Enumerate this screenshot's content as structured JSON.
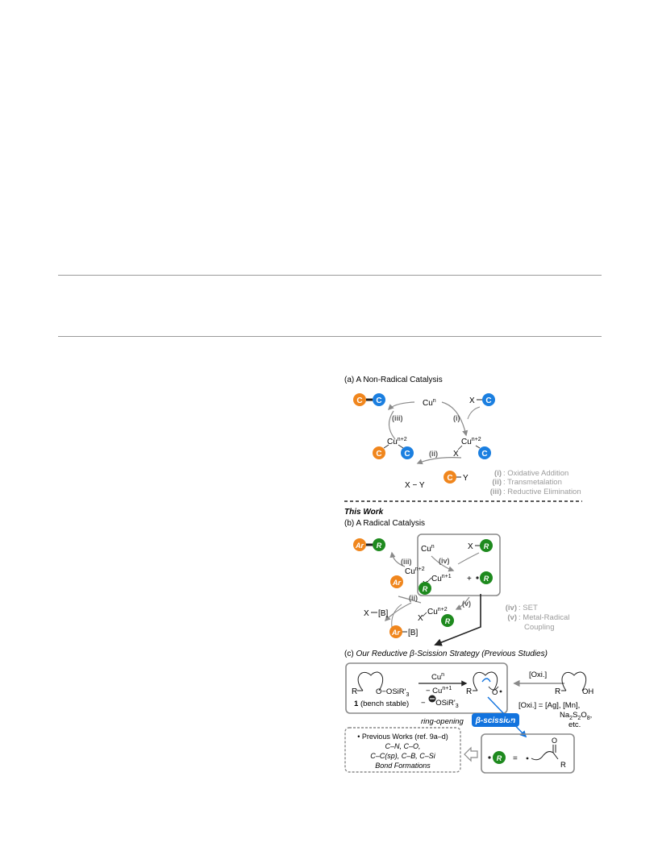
{
  "colors": {
    "orange": "#f0861d",
    "blue": "#1b7fe0",
    "green": "#1e8a1e",
    "gray": "#8a8a8a",
    "label_gray": "#9b9b9b",
    "badge_blue": "#1273de"
  },
  "panel_a": {
    "title": "(a) A Non-Radical Catalysis",
    "atom_c": "C",
    "cu_n": "Cu",
    "sup_n": "n",
    "sup_n2": "n+2",
    "x": "X",
    "y": "Y",
    "xy": "X − Y",
    "step_i": "(i)",
    "step_ii": "(ii)",
    "step_iii": "(iii)",
    "legend": [
      {
        "step": "(i)",
        "text": ": Oxidative Addition"
      },
      {
        "step": "(ii)",
        "text": ": Transmetalation"
      },
      {
        "step": "(iii)",
        "text": ": Reductive Elimination"
      }
    ]
  },
  "panel_b": {
    "this_work": "This Work",
    "title": "(b) A Radical Catalysis",
    "atom_ar": "Ar",
    "atom_r": "R",
    "boron": "[B]",
    "x_boron": "X",
    "cu": "Cu",
    "sup_n": "n",
    "sup_n1": "n+1",
    "sup_n2": "n+2",
    "x": "X",
    "plus": "+",
    "step_ii": "(ii)",
    "step_iii": "(iii)",
    "step_iv": "(iv)",
    "step_v": "(v)",
    "legend_iv_step": "(iv)",
    "legend_iv_text": ": SET",
    "legend_v_step": "(v)",
    "legend_v_text_1": ": Metal-Radical",
    "legend_v_text_2": "Coupling"
  },
  "panel_c": {
    "title_prefix": "(c) ",
    "title_italic": "Our Reductive β-Scission Strategy (Previous Studies)",
    "r": "R",
    "osir_prefix": "O−OSiR'",
    "osir_sub": "3",
    "compound_num": "1",
    "compound_desc": "(bench stable)",
    "cu_n": "Cu",
    "sup_n": "n",
    "minus_cu": "− Cu",
    "sup_n1": "n+1",
    "minus_osir": "− ",
    "osir_anion": "OSiR'",
    "osir_anion_sub": "3",
    "o_radical": "O",
    "oxi": "[Oxi.]",
    "oh": "OH",
    "oxi_eq_1": "[Oxi.] = [Ag], [Mn],",
    "oxi_eq_2a": "Na",
    "oxi_eq_2b": "2",
    "oxi_eq_2c": "S",
    "oxi_eq_2d": "2",
    "oxi_eq_2e": "O",
    "oxi_eq_2f": "8",
    "oxi_eq_2g": ",",
    "oxi_eq_3": "etc.",
    "ring_opening": "ring-opening",
    "beta_scission": "β-scission",
    "equals": "=",
    "ketone_o": "O",
    "ketone_r": "R",
    "prev_title": "• Previous Works (ref. 9a–d)",
    "prev_line1": "C–N, C–O,",
    "prev_line2": "C–C(sp), C–B, C–Si",
    "prev_line3": "Bond Formations"
  }
}
